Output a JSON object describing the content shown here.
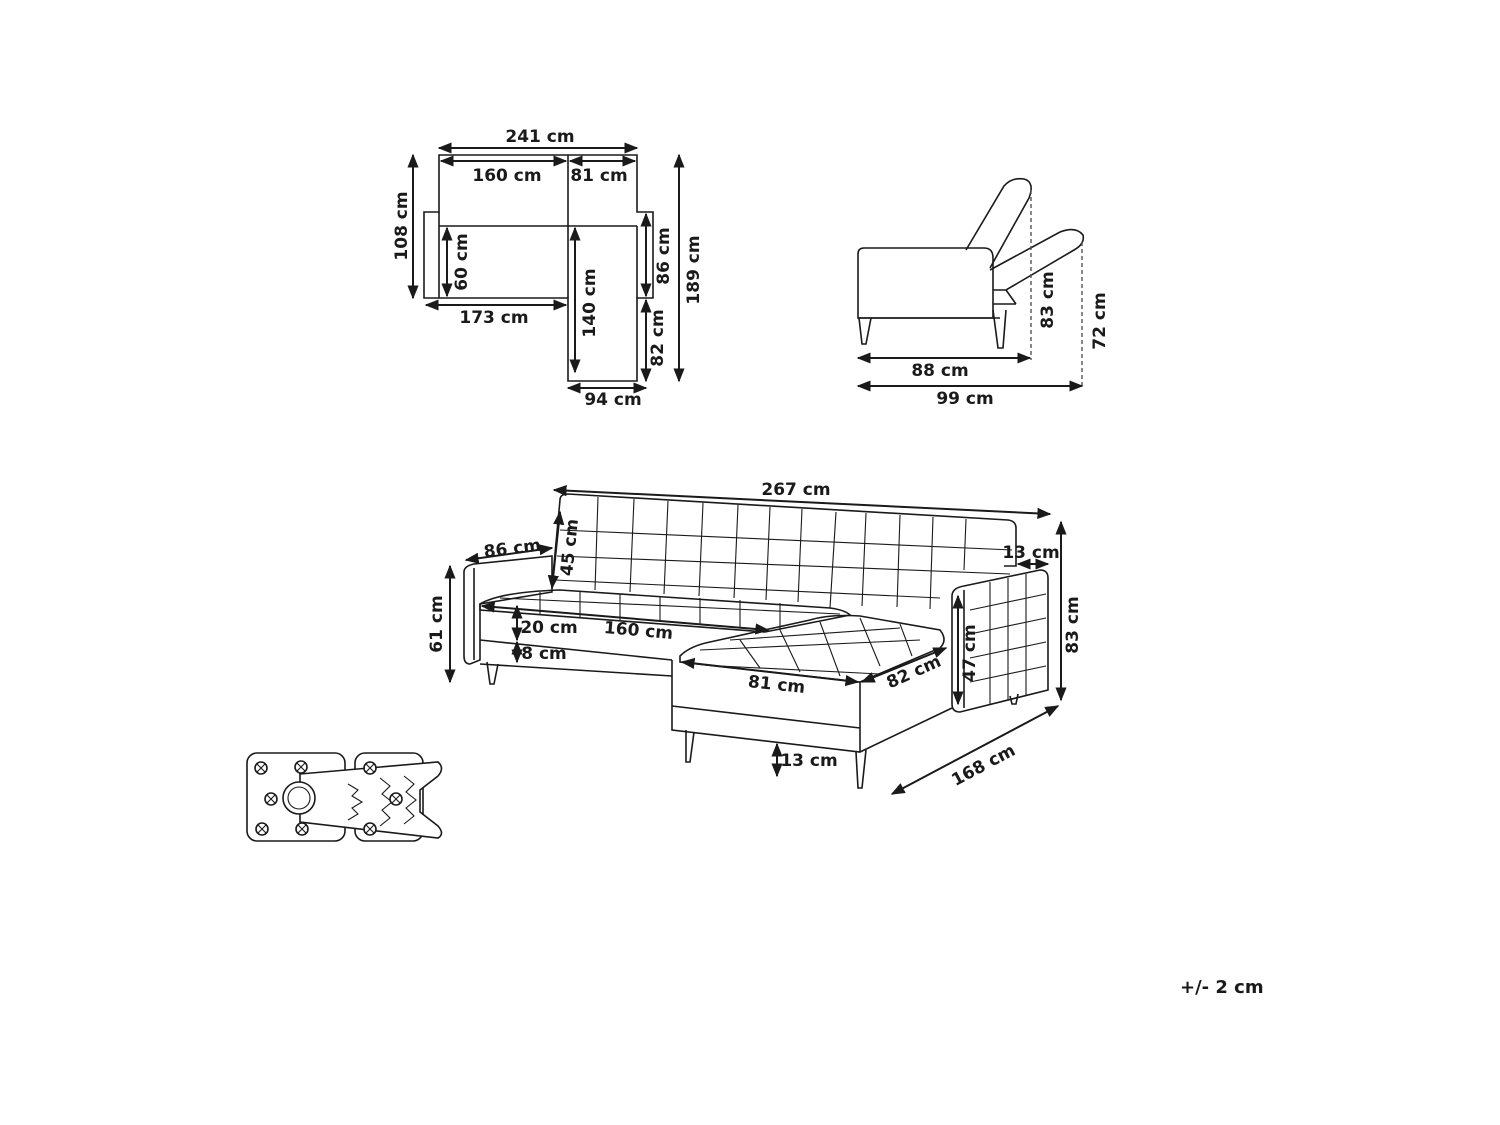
{
  "top_view": {
    "total_width": "241 cm",
    "sofa_width": "160 cm",
    "chaise_width": "81 cm",
    "depth": "108 cm",
    "seat_depth": "60 cm",
    "seat_width": "173 cm",
    "chaise_length": "140 cm",
    "chaise_back_depth": "86 cm",
    "chaise_front": "82 cm",
    "total_length": "189 cm",
    "chaise_depth": "94 cm"
  },
  "side_view": {
    "reclined_height": "83 cm",
    "bed_height": "72 cm",
    "depth": "88 cm",
    "reclined_depth": "99 cm"
  },
  "perspective_view": {
    "total_width": "267 cm",
    "armrest_depth": "86 cm",
    "backrest_height": "45 cm",
    "armrest_width": "13 cm",
    "arm_height": "61 cm",
    "seat_height": "20 cm",
    "seat_width": "160 cm",
    "base_height": "8 cm",
    "total_height": "83 cm",
    "arm_inner_height": "47 cm",
    "chaise_width": "81 cm",
    "chaise_depth": "82 cm",
    "leg_height": "13 cm",
    "total_depth": "168 cm"
  },
  "tolerance": "+/- 2 cm"
}
